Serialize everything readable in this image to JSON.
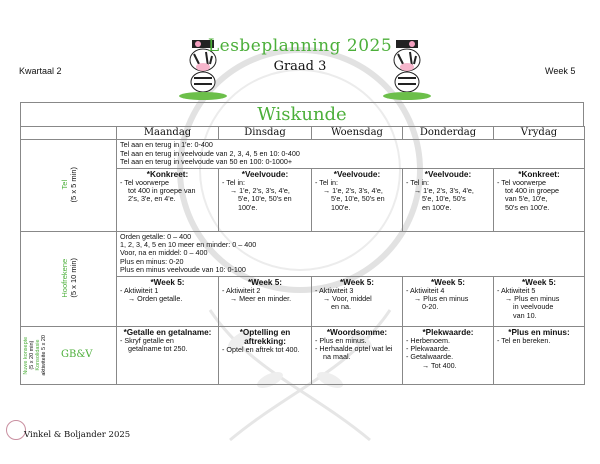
{
  "header": {
    "title": "Lesbeplanning 2025",
    "grade": "Graad 3",
    "quarter": "Kwartaal 2",
    "week": "Week 5"
  },
  "subject": "Wiskunde",
  "days": [
    "Maandag",
    "Dinsdag",
    "Woensdag",
    "Donderdag",
    "Vrydag"
  ],
  "rows": [
    {
      "label": "Tel",
      "duration": "(5 x 5 min)",
      "wide_lines": [
        "Tel aan en terug in 1'e: 0-400",
        "Tel aan  en terug in veelvoude van 2, 3, 4, 5 en 10: 0-400",
        "Tel aan en terug in veelvoude van 50 en 100: 0-1000+"
      ],
      "cells": [
        {
          "title": "*Konkreet:",
          "lines": [
            "- Tel voorwerpe",
            "tot 400 in groepe van",
            "2's, 3'e, en 4'e."
          ]
        },
        {
          "title": "*Veelvoude:",
          "lines": [
            "- Tel in:",
            "→ 1'e, 2's, 3's, 4'e,",
            "5'e, 10'e, 50's en",
            "100'e."
          ]
        },
        {
          "title": "*Veelvoude:",
          "lines": [
            "- Tel in:",
            "→ 1'e, 2's, 3's, 4'e,",
            "5'e, 10'e, 50's en",
            "100'e."
          ]
        },
        {
          "title": "*Veelvoude:",
          "lines": [
            "- Tel in:",
            "→ 1'e, 2's, 3's, 4'e,",
            "5'e, 10'e, 50's",
            "en 100'e."
          ]
        },
        {
          "title": "*Konkreet:",
          "lines": [
            "- Tel voorwerpe",
            "tot 400 in groepe",
            "van 5'e, 10'e,",
            "50's  en 100'e."
          ]
        }
      ]
    },
    {
      "label": "Hoofrekene",
      "duration": "(5 x 10 min)",
      "wide_lines": [
        "Orden getalle: 0 – 400",
        "1, 2, 3, 4, 5 en 10 meer en minder: 0 – 400",
        "Voor, na en middel: 0 – 400",
        "Plus en minus: 0-20",
        "Plus en minus veelvoude van 10: 0-100"
      ],
      "cells": [
        {
          "title": "*Week 5:",
          "lines": [
            "- Aktiwiteit 1",
            "→ Orden getalle."
          ]
        },
        {
          "title": "*Week 5:",
          "lines": [
            "- Aktiwiteit 2",
            "→ Meer en minder."
          ]
        },
        {
          "title": "*Week 5:",
          "lines": [
            "- Aktiwiteit 3",
            "→ Voor, middel",
            "en na."
          ]
        },
        {
          "title": "*Week 5:",
          "lines": [
            "- Aktiwiteit 4",
            "→ Plus en minus",
            "0-20."
          ]
        },
        {
          "title": "*Week 5:",
          "lines": [
            "- Aktiwiteit 5",
            "→ Plus en minus",
            "in veelvoude",
            "van 10."
          ]
        }
      ]
    },
    {
      "label": "GB&V",
      "side_labels": [
        "Nuwe konsepte",
        "(5 x 20 min)",
        "Konsolidasie",
        "aktiwiteite 5 x 20"
      ],
      "cells": [
        {
          "title": "*Getalle en getalname:",
          "lines": [
            "- Skryf getalle en",
            "getalname tot 250."
          ]
        },
        {
          "title": "*Optelling en aftrekking:",
          "lines": [
            "- Optel en aftrek tot 400."
          ]
        },
        {
          "title": "*Woordsomme:",
          "lines": [
            "- Plus en minus.",
            "- Herhaalde optel wat lei",
            "na maal."
          ]
        },
        {
          "title": "*Plekwaarde:",
          "lines": [
            "- Herbenoem.",
            "- Plekwaarde.",
            "- Getalwaarde.",
            "→ Tot 400."
          ]
        },
        {
          "title": "*Plus en minus:",
          "lines": [
            "- Tel en bereken."
          ]
        }
      ]
    }
  ],
  "footer": "Vinkel & Boljander 2025",
  "colors": {
    "accent": "#4caf3a",
    "border": "#888888"
  }
}
